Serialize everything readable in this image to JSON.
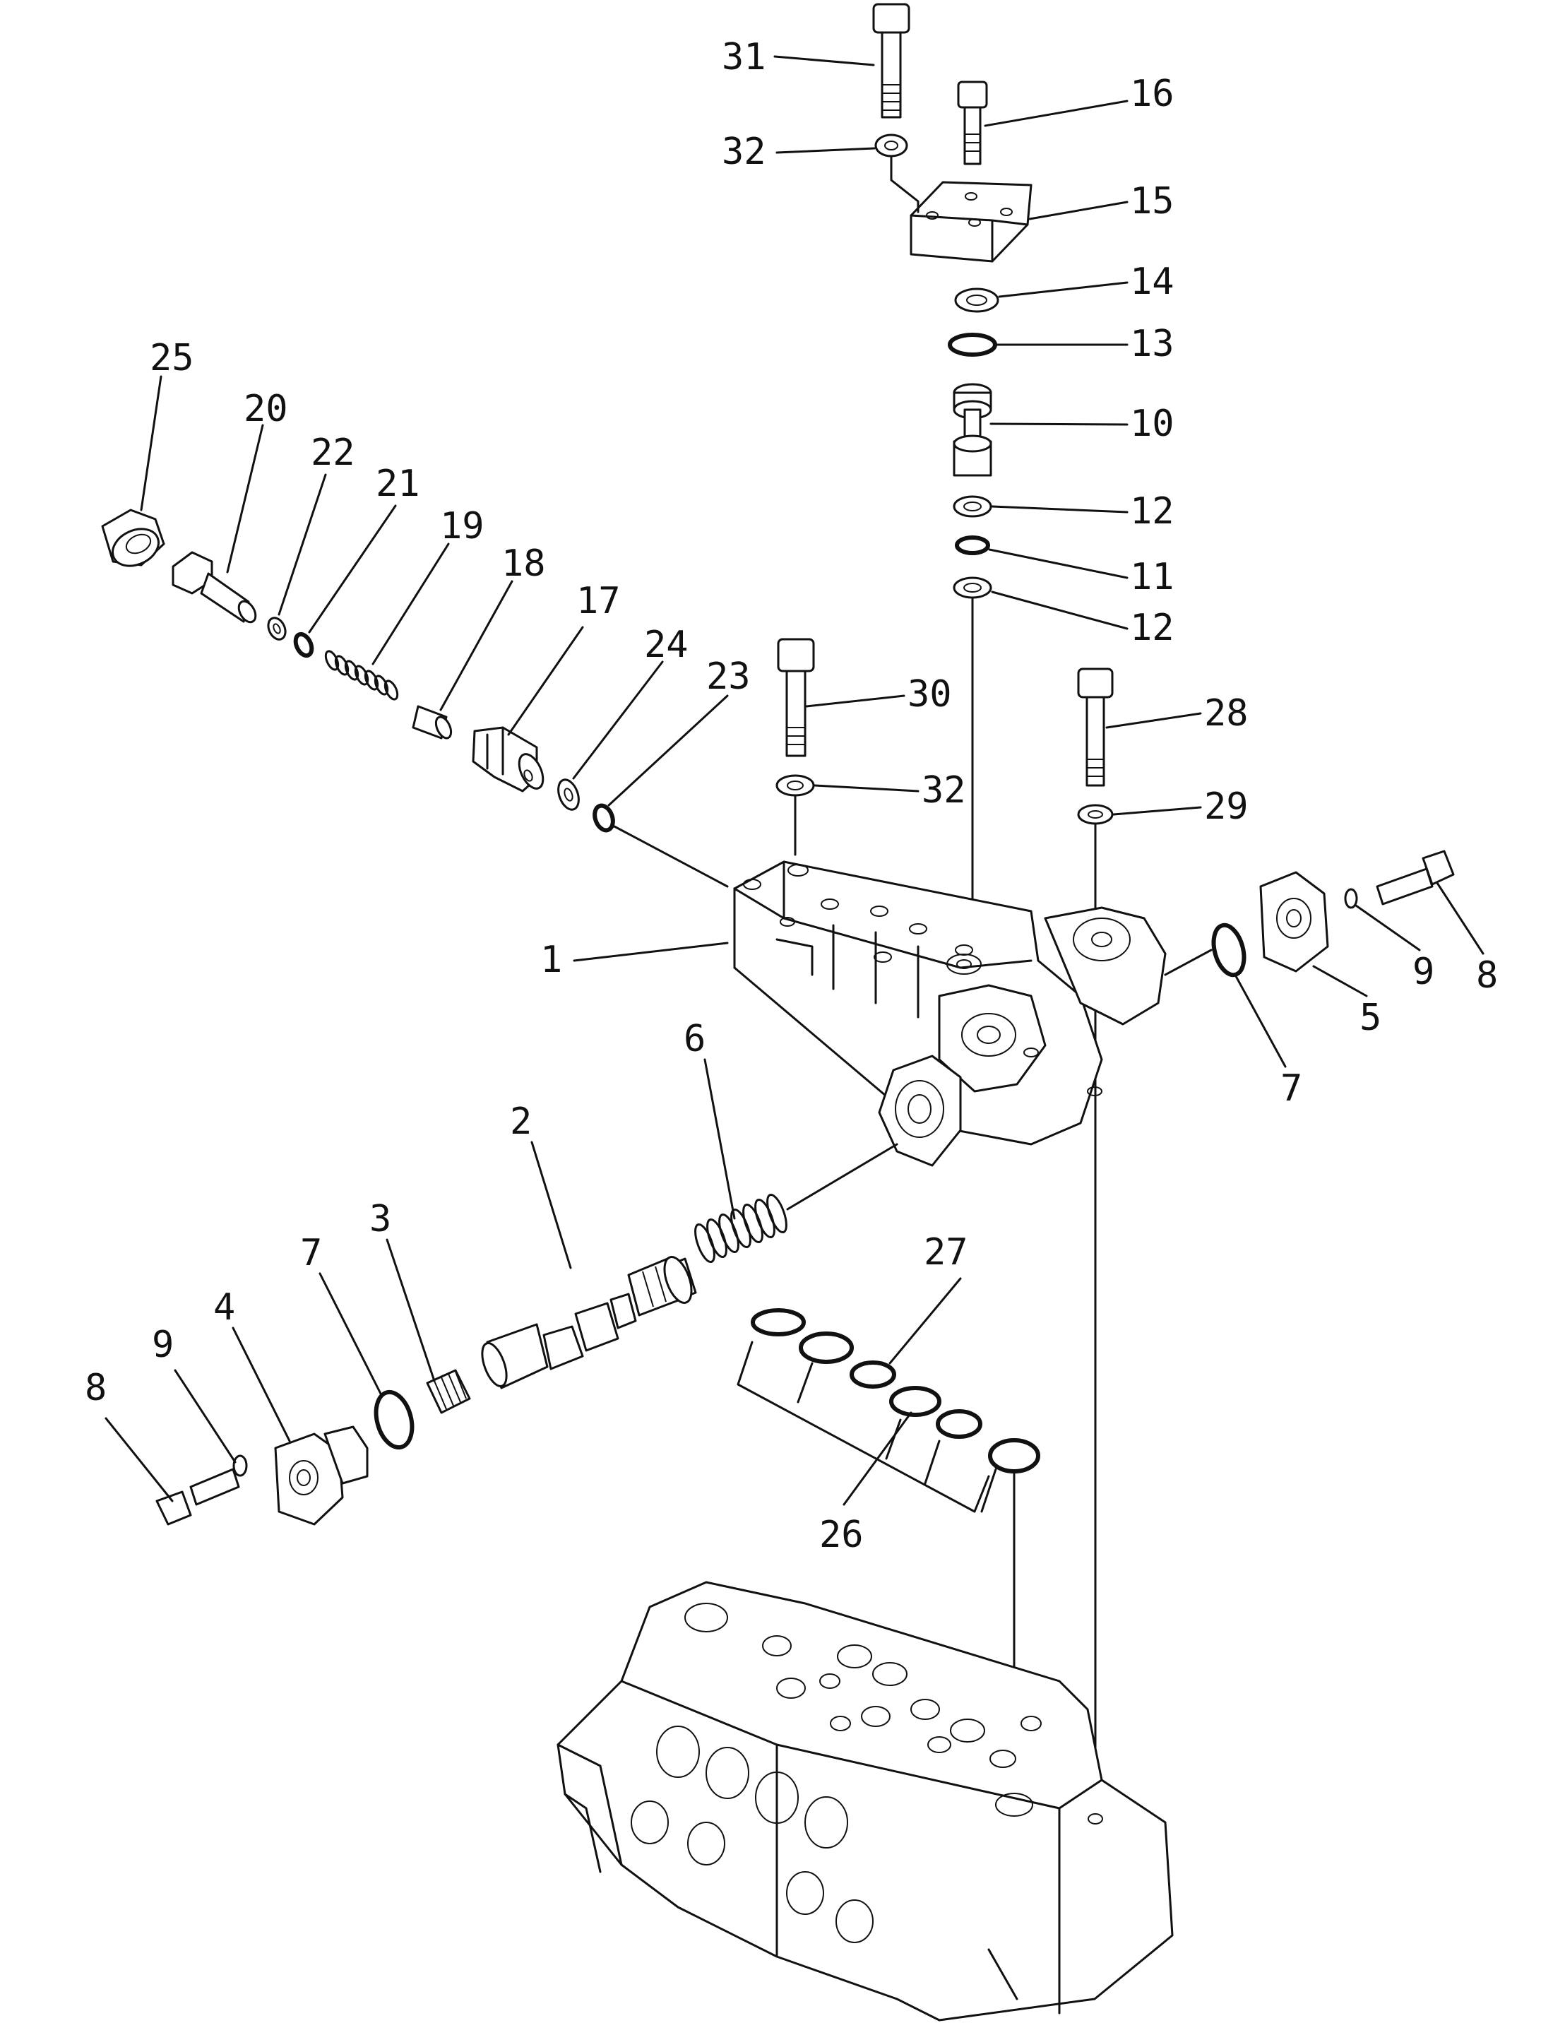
{
  "diagram": {
    "type": "exploded-parts-view",
    "callouts": [
      {
        "id": "c31",
        "text": "31"
      },
      {
        "id": "c16",
        "text": "16"
      },
      {
        "id": "c32a",
        "text": "32"
      },
      {
        "id": "c15",
        "text": "15"
      },
      {
        "id": "c14",
        "text": "14"
      },
      {
        "id": "c13",
        "text": "13"
      },
      {
        "id": "c25",
        "text": "25"
      },
      {
        "id": "c10",
        "text": "10"
      },
      {
        "id": "c20",
        "text": "20"
      },
      {
        "id": "c22",
        "text": "22"
      },
      {
        "id": "c21",
        "text": "21"
      },
      {
        "id": "c12a",
        "text": "12"
      },
      {
        "id": "c19",
        "text": "19"
      },
      {
        "id": "c11",
        "text": "11"
      },
      {
        "id": "c18",
        "text": "18"
      },
      {
        "id": "c12b",
        "text": "12"
      },
      {
        "id": "c17",
        "text": "17"
      },
      {
        "id": "c24",
        "text": "24"
      },
      {
        "id": "c23",
        "text": "23"
      },
      {
        "id": "c30",
        "text": "30"
      },
      {
        "id": "c28",
        "text": "28"
      },
      {
        "id": "c32b",
        "text": "32"
      },
      {
        "id": "c29",
        "text": "29"
      },
      {
        "id": "c1",
        "text": "1"
      },
      {
        "id": "c8a",
        "text": "8"
      },
      {
        "id": "c9a",
        "text": "9"
      },
      {
        "id": "c5",
        "text": "5"
      },
      {
        "id": "c7a",
        "text": "7"
      },
      {
        "id": "c6",
        "text": "6"
      },
      {
        "id": "c2",
        "text": "2"
      },
      {
        "id": "c27",
        "text": "27"
      },
      {
        "id": "c3",
        "text": "3"
      },
      {
        "id": "c7b",
        "text": "7"
      },
      {
        "id": "c4",
        "text": "4"
      },
      {
        "id": "c9b",
        "text": "9"
      },
      {
        "id": "c8b",
        "text": "8"
      },
      {
        "id": "c26",
        "text": "26"
      }
    ]
  }
}
